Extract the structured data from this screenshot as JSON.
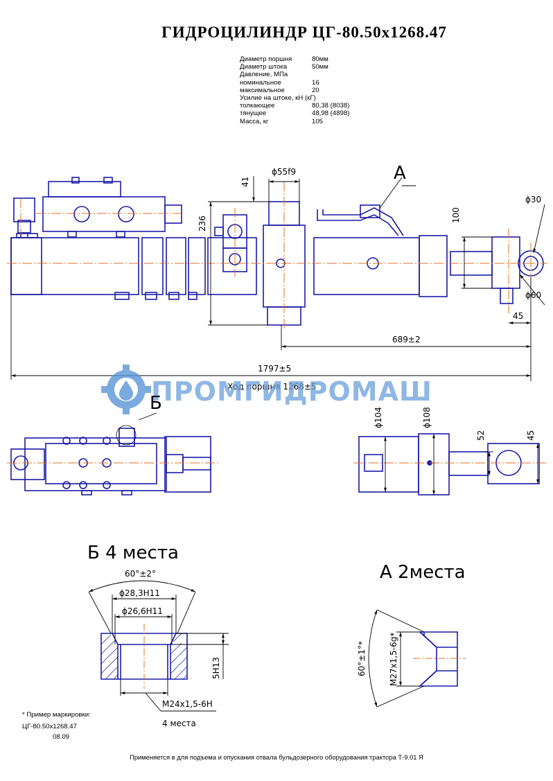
{
  "title": "ГИДРОЦИЛИНДР ЦГ-80.50х1268.47",
  "specs": [
    {
      "label": "Диаметр поршня",
      "value": "80мм"
    },
    {
      "label": "Диаметр штока",
      "value": "50мм"
    },
    {
      "label": "Давление, МПа",
      "value": ""
    },
    {
      "label": "номинальное",
      "value": "16"
    },
    {
      "label": "максимальное",
      "value": "20"
    },
    {
      "label": "Усилие на штоке, кН (кГ)",
      "value": ""
    },
    {
      "label": "толкающее",
      "value": "80,38 (8038)"
    },
    {
      "label": "тянущее",
      "value": "48,98 (4898)"
    },
    {
      "label": "Масса, кг",
      "value": "105"
    }
  ],
  "dimensions": {
    "d55": "ϕ55f9",
    "d41": "41",
    "d236": "236",
    "d100": "100",
    "d30": "ϕ30",
    "d60": "ϕ60",
    "d45a": "45",
    "d689": "689±2",
    "d1797": "1797±5",
    "stroke": "Ход поршня 1268±5",
    "d104": "ϕ104",
    "d108": "ϕ108",
    "d52": "52",
    "d45b": "45",
    "a_angle": "60°±2°",
    "a_d283": "ϕ28,3Н11",
    "a_d266": "ϕ26,6Н11",
    "a_5h13": "5Н13",
    "a_thread": "М24х1,5-6Н",
    "a_places": "4 места",
    "b_angle": "60°±1°*",
    "b_thread": "М27х1,5-6g*"
  },
  "labels": {
    "view_a": "А",
    "view_b": "Б",
    "detail_b": "Б 4 места",
    "detail_a": "А 2места"
  },
  "watermark": "ПРОМГИДРОМАШ",
  "marking": {
    "line1": "* Пример маркировки:",
    "line2": "ЦГ-80.50х1268.47",
    "line3": "08.09"
  },
  "footer": "Применяется в для подъема и опускания отвала бульдозерного оборудования трактора Т-9.01 Я",
  "colors": {
    "outline": "#1a1aa8",
    "centerline": "#e07020",
    "dimension": "#000000",
    "watermark": "#5a96d8"
  }
}
